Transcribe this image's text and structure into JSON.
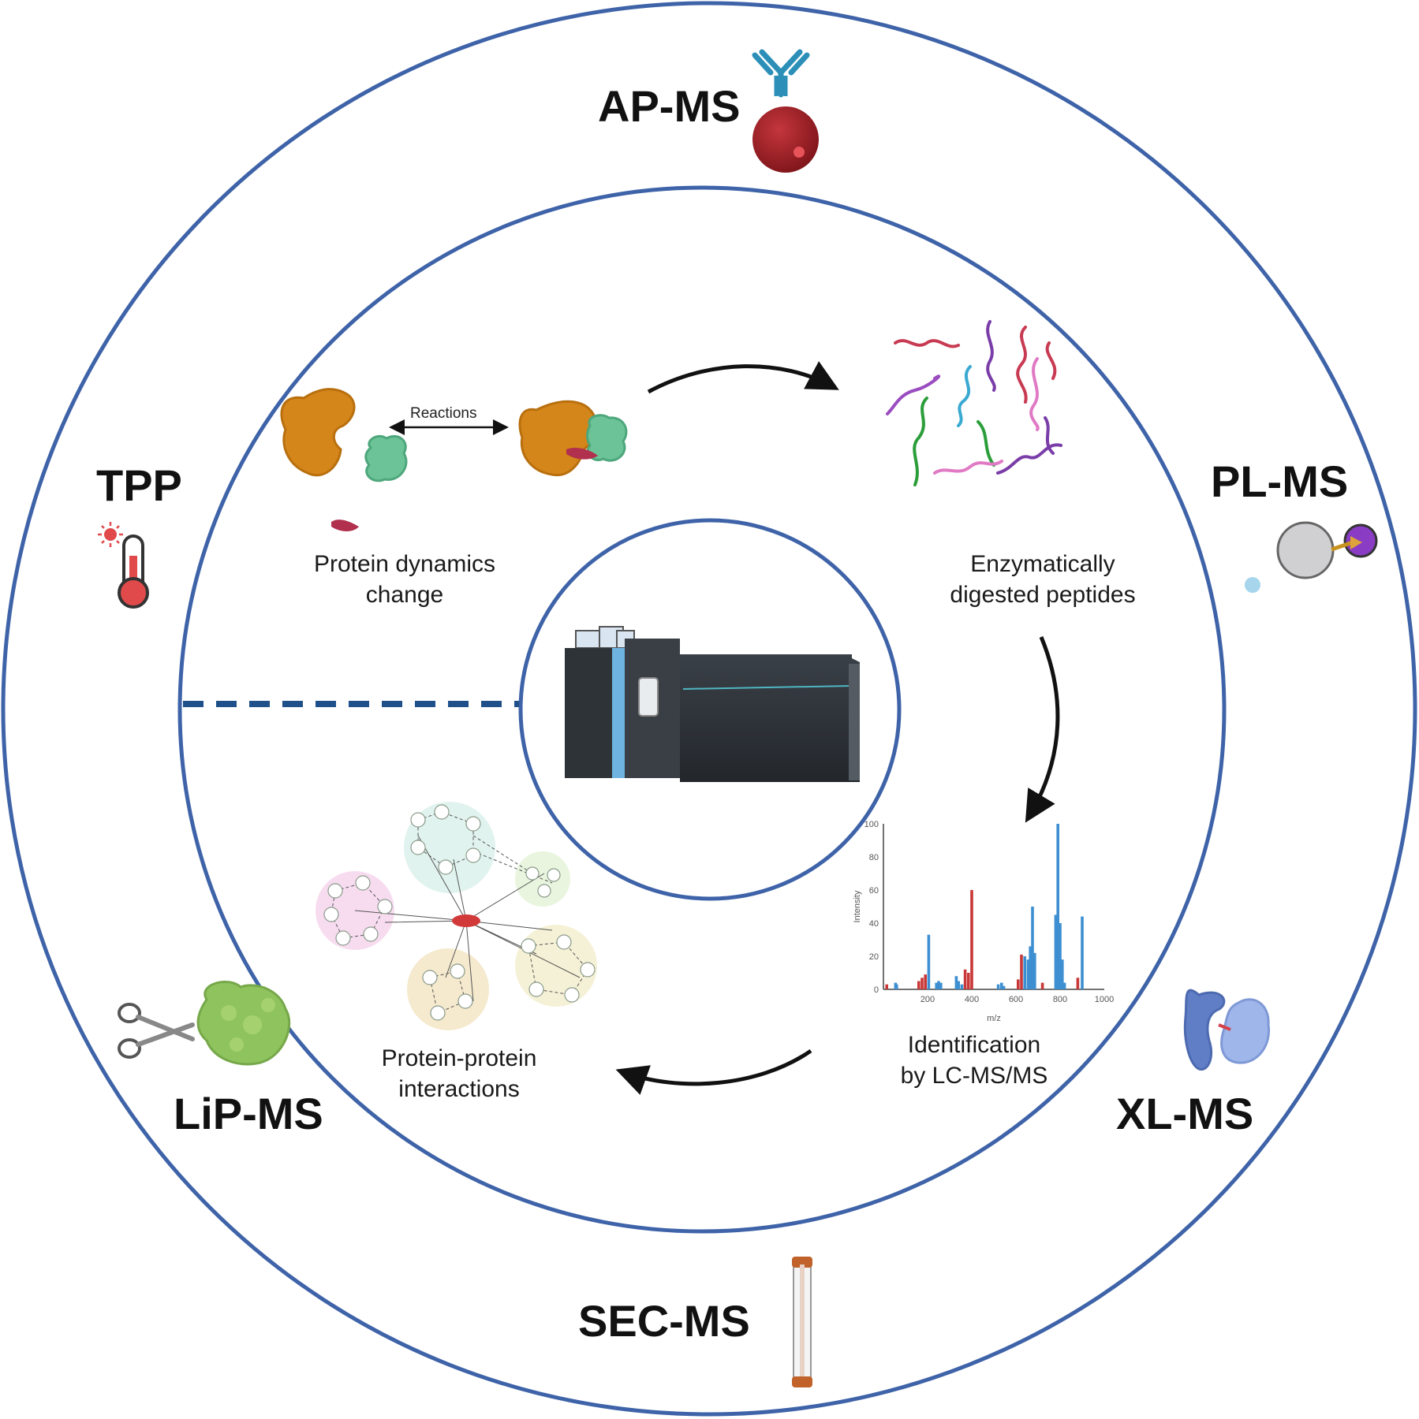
{
  "colors": {
    "ring": "#3e63a8",
    "dashed": "#20508a",
    "arrow": "#111111",
    "protein_orange": "#d4861a",
    "protein_green": "#6cc398",
    "ligand": "#b0304e",
    "peak_blue": "#3d8fd1",
    "peak_red": "#c93838",
    "antibody": "#2b8fb8",
    "bead": "#a3202a"
  },
  "methods": {
    "ap_ms": "AP-MS",
    "tpp": "TPP",
    "pl_ms": "PL-MS",
    "lip_ms": "LiP-MS",
    "xl_ms": "XL-MS",
    "sec_ms": "SEC-MS"
  },
  "workflow": {
    "reactions": "Reactions",
    "step1": [
      "Protein dynamics",
      "change"
    ],
    "step2": [
      "Enzymatically",
      "digested peptides"
    ],
    "step3": [
      "Identification",
      "by LC-MS/MS"
    ],
    "step4": [
      "Protein-protein",
      "interactions"
    ]
  },
  "chart_data": {
    "type": "bar",
    "xlabel": "m/z",
    "ylabel": "Intensity",
    "xlim": [
      0,
      1000
    ],
    "ylim": [
      0,
      100
    ],
    "xticks": [
      "200",
      "400",
      "600",
      "800",
      "1000"
    ],
    "yticks": [
      "0",
      "20",
      "40",
      "60",
      "80",
      "100"
    ],
    "series": [
      {
        "color": "blue",
        "x": [
          55,
          60,
          205,
          240,
          250,
          260,
          330,
          340,
          355,
          520,
          535,
          545,
          640,
          655,
          665,
          675,
          685,
          780,
          790,
          800,
          810,
          820,
          900
        ],
        "y": [
          4,
          3,
          33,
          4,
          5,
          4,
          8,
          5,
          3,
          3,
          4,
          2,
          20,
          18,
          26,
          50,
          22,
          45,
          100,
          40,
          18,
          4,
          44
        ]
      },
      {
        "color": "red",
        "x": [
          15,
          160,
          175,
          190,
          370,
          385,
          400,
          610,
          625,
          720,
          880
        ],
        "y": [
          3,
          5,
          7,
          9,
          12,
          10,
          60,
          6,
          21,
          4,
          7
        ]
      }
    ]
  }
}
